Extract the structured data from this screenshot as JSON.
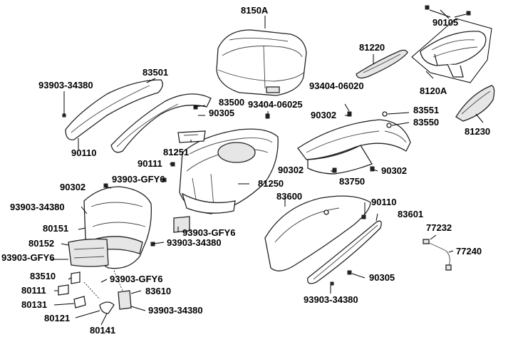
{
  "labels": {
    "p8150a": "8150A",
    "p90105": "90105",
    "p81220": "81220",
    "p8120a": "8120A",
    "p83501": "83501",
    "p93903_34380_a": "93903-34380",
    "p83500": "83500",
    "p93404_06025": "93404-06025",
    "p93404_06020": "93404-06020",
    "p90305_a": "90305",
    "p90302_a": "90302",
    "p83551": "83551",
    "p83550": "83550",
    "p81230": "81230",
    "p90110_a": "90110",
    "p81251": "81251",
    "p90111": "90111",
    "p81250": "81250",
    "p93903_gfy6_a": "93903-GFY6",
    "p90302_b": "90302",
    "p90302_c": "90302",
    "p90302_d": "90302",
    "p83750": "83750",
    "p93903_34380_b": "93903-34380",
    "p83600": "83600",
    "p90110_b": "90110",
    "p83601": "83601",
    "p80151": "80151",
    "p77232": "77232",
    "p93903_gfy6_b": "93903-GFY6",
    "p80152": "80152",
    "p93903_34380_c": "93903-34380",
    "p77240": "77240",
    "p93903_gfy6_c": "93903-GFY6",
    "p83510": "83510",
    "p93903_gfy6_d": "93903-GFY6",
    "p90305_b": "90305",
    "p80111": "80111",
    "p83610": "83610",
    "p93903_34380_d": "93903-34380",
    "p80131": "80131",
    "p93903_34380_e": "93903-34380",
    "p80121": "80121",
    "p80141": "80141"
  }
}
